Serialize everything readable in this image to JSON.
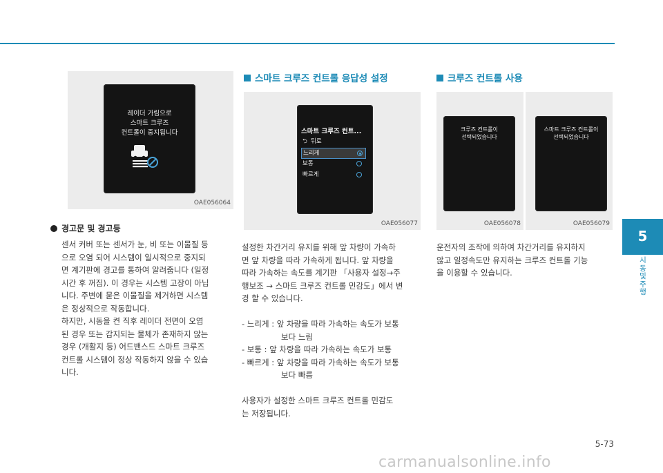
{
  "left": {
    "figure_code": "OAE056064",
    "screen_lines": [
      "레이더 가림으로",
      "스마트 크루즈",
      "컨트롤이 중지됩니다"
    ],
    "bullet_title": "경고문 및 경고등",
    "body_lines": [
      "센서 커버 또는 센서가 눈, 비 또는 이물질 등",
      "으로 오염 되어 시스템이 일시적으로 중지되",
      "면 계기판에 경고를 통하여 알려줍니다 (일정",
      "시간 후 꺼짐). 이 경우는 시스템 고장이 아닙",
      "니다. 주변에 묻은 이물질을 제거하면 시스템",
      "은 정상적으로 작동합니다.",
      "하지만, 시동을 켠 직후 레이더 전면이 오염",
      "된 경우 또는 감지되는 물체가 존재하지 않는",
      "경우 (개활지 등) 어드밴스드 스마트 크루즈",
      "컨트롤 시스템이 정상 작동하지 않을 수 있습",
      "니다."
    ]
  },
  "middle": {
    "heading": "스마트 크루즈 컨트롤 응답성 설정",
    "figure_code": "OAE056077",
    "menu": {
      "title": "스마트 크루즈 컨트...",
      "back": "뒤로",
      "items": [
        {
          "label": "느리게",
          "selected": true
        },
        {
          "label": "보통",
          "selected": false
        },
        {
          "label": "빠르게",
          "selected": false
        }
      ]
    },
    "body_lines": [
      "설정한 차간거리 유지를 위해 앞 차량이 가속하",
      "면 앞 차량을 따라 가속하게 됩니다. 앞 차량을",
      "따라 가속하는 속도를 계기판 「사용자 설정→주",
      "행보조 → 스마트 크루즈 컨트롤 민감도」에서 변",
      "경 할 수 있습니다."
    ],
    "options": [
      {
        "line1": "- 느리게 : 앞 차량을 따라 가속하는 속도가 보통",
        "line2": "보다 느림"
      },
      {
        "line1": "- 보통 : 앞 차량을 따라 가속하는 속도가 보통",
        "line2": ""
      },
      {
        "line1": "- 빠르게 : 앞 차량을 따라 가속하는 속도가 보통",
        "line2": "보다 빠름"
      }
    ],
    "footer_lines": [
      "사용자가 설정한 스마트 크루즈 컨트롤 민감도",
      "는 저장됩니다."
    ]
  },
  "right": {
    "heading": "크루즈 컨트롤 사용",
    "figure_code_a": "OAE056078",
    "figure_code_b": "OAE056079",
    "screen_a_lines": [
      "크루즈 컨트롤이",
      "선택되었습니다"
    ],
    "screen_b_lines": [
      "스마트 크루즈 컨트롤이",
      "선택되었습니다"
    ],
    "body_lines": [
      "운전자의 조작에 의하여 차간거리를 유지하지",
      "않고 일정속도만 유지하는 크루즈 컨트롤 기능",
      "을 이용할 수 있습니다."
    ]
  },
  "side": {
    "chapter_number": "5",
    "chapter_title": "시동 및 주행"
  },
  "page_number": "5-73",
  "watermark": "carmanualsonline.info",
  "colors": {
    "accent": "#1d8bb6",
    "screen_bg": "#141414",
    "figure_bg": "#ececec"
  }
}
